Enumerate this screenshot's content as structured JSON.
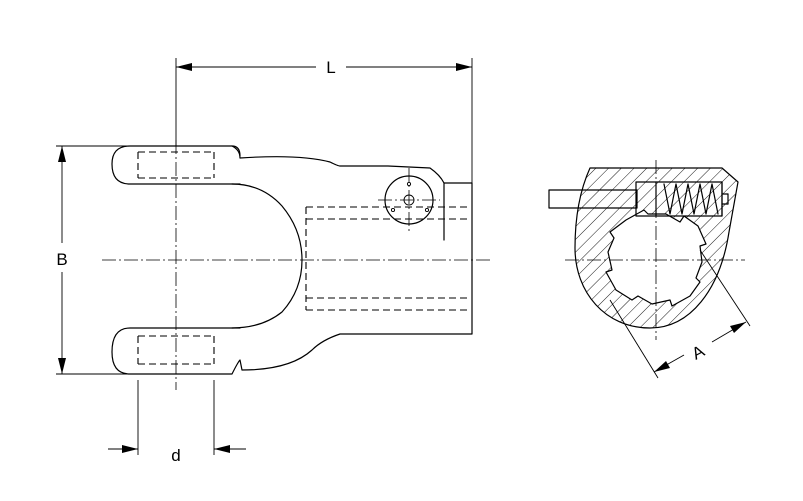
{
  "labels": {
    "length": "L",
    "height": "B",
    "bore": "d",
    "spline": "A"
  },
  "colors": {
    "line": "#000000",
    "background": "#ffffff"
  }
}
